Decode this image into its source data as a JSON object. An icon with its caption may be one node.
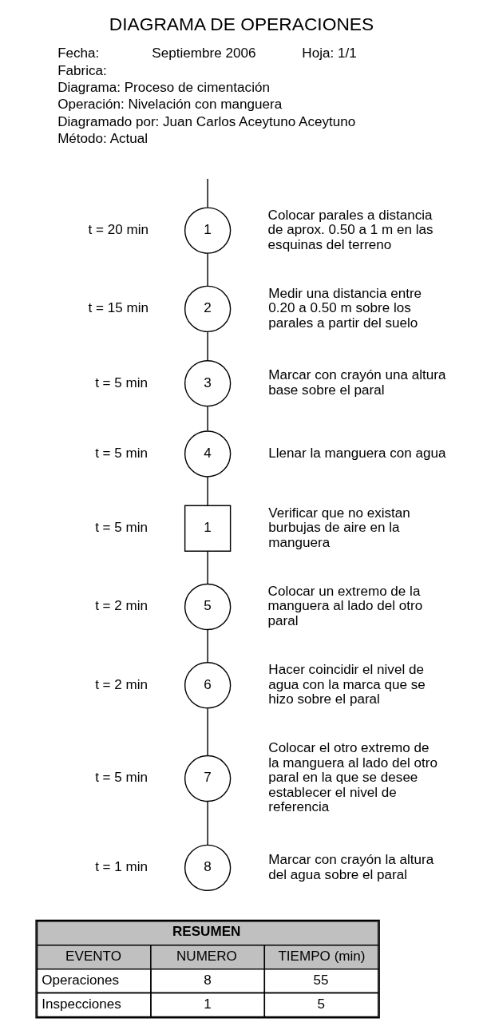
{
  "diagram": {
    "title": "DIAGRAMA DE OPERACIONES",
    "nodes": [
      {
        "text": [
          "1"
        ],
        "beside": [
          "t = 20 min",
          "Colocar parales a distancia de aprox. 0.50 a 1 m en las esquinas del terreno"
        ]
      },
      {
        "text": [
          "2"
        ],
        "beside": [
          "t = 15 min",
          "Medir una distancia entre 0.20 a 0.50 m sobre los parales a partir del suelo"
        ]
      },
      {
        "text": [
          "3"
        ],
        "beside": [
          "t = 5 min",
          "Marcar con crayón una altura base sobre el paral"
        ]
      },
      {
        "text": [
          "4"
        ],
        "beside": [
          "t = 5 min",
          "Llenar la manguera con agua"
        ]
      },
      {
        "text": [
          "1"
        ],
        "beside": [
          "t = 5 min",
          "Verificar que no existan burbujas de aire en la manguera"
        ]
      },
      {
        "text": [
          "5"
        ],
        "beside": [
          "t = 2 min",
          "Colocar un extremo de la manguera al lado del otro paral"
        ]
      },
      {
        "text": [
          "6"
        ],
        "beside": [
          "t = 2 min",
          "Hacer coincidir el nivel de agua con la marca que se hizo sobre el paral"
        ]
      },
      {
        "text": [
          "7"
        ],
        "beside": [
          "t = 5 min",
          "Colocar el otro extremo de la manguera al lado del otro paral en la que se desee establecer el nivel de referencia"
        ]
      },
      {
        "text": [
          "8"
        ],
        "beside": [
          "t = 1 min",
          "Marcar con crayón la altura del agua sobre el paral"
        ]
      }
    ],
    "edges": [
      {
        "from": null,
        "to": 0,
        "arrow": "none"
      },
      {
        "from": 0,
        "to": 1,
        "arrow": "none"
      },
      {
        "from": 1,
        "to": 2,
        "arrow": "none"
      },
      {
        "from": 2,
        "to": 3,
        "arrow": "none"
      },
      {
        "from": 3,
        "to": 4,
        "arrow": "none"
      },
      {
        "from": 4,
        "to": 5,
        "arrow": "none"
      },
      {
        "from": 5,
        "to": 6,
        "arrow": "none"
      },
      {
        "from": 6,
        "to": 7,
        "arrow": "none"
      },
      {
        "from": 7,
        "to": 8,
        "arrow": "none"
      }
    ],
    "labels": [
      "Fecha:",
      "Septiembre 2006",
      "Hoja: 1/1",
      "Fabrica:",
      "Diagrama: Proceso de cimentación",
      "Operación: Nivelación con manguera",
      "Diagramado por: Juan Carlos Aceytuno Aceytuno",
      "Método: Actual",
      "RESUMEN",
      "EVENTO",
      "NUMERO",
      "TIEMPO (min)",
      "Operaciones",
      "8",
      "55",
      "Inspecciones",
      "1",
      "5"
    ]
  }
}
